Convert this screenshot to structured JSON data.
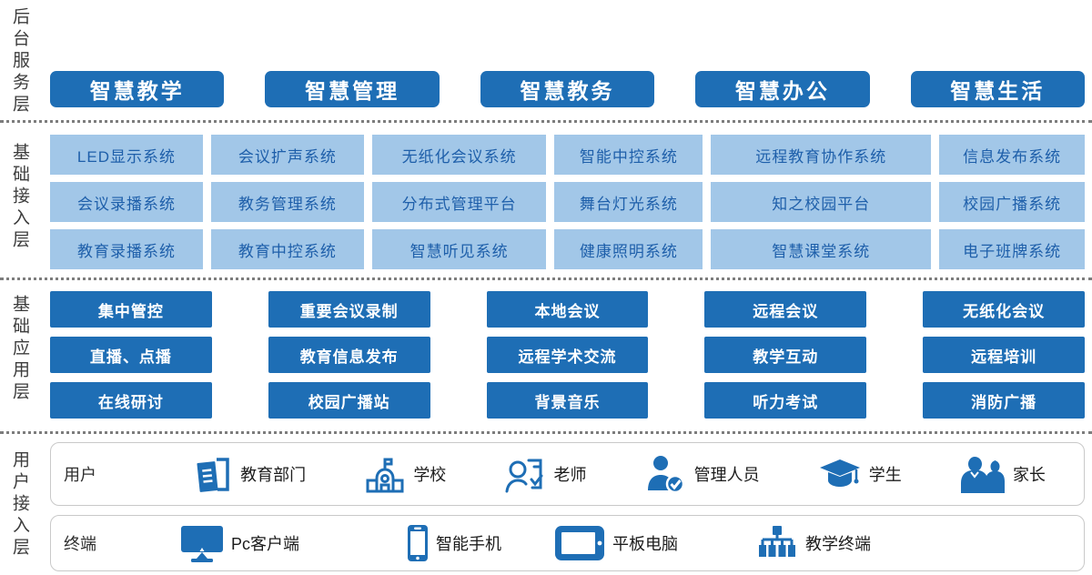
{
  "colors": {
    "primary_blue": "#1e6eb5",
    "light_box_bg": "#a2c7e8",
    "light_box_text": "#1e5faa",
    "side_label_text": "#3c3c3c",
    "divider_dots": "#7d7d7d",
    "panel_border": "#c9c9c9"
  },
  "backend": {
    "side_label": "后台服务层",
    "buttons": [
      "智慧教学",
      "智慧管理",
      "智慧教务",
      "智慧办公",
      "智慧生活"
    ]
  },
  "access": {
    "side_label": "基础接入层",
    "rows": [
      [
        "LED显示系统",
        "会议扩声系统",
        "无纸化会议系统",
        "智能中控系统",
        "远程教育协作系统",
        "信息发布系统"
      ],
      [
        "会议录播系统",
        "教务管理系统",
        "分布式管理平台",
        "舞台灯光系统",
        "知之校园平台",
        "校园广播系统"
      ],
      [
        "教育录播系统",
        "教育中控系统",
        "智慧听见系统",
        "健康照明系统",
        "智慧课堂系统",
        "电子班牌系统"
      ]
    ]
  },
  "application": {
    "side_label": "基础应用层",
    "columns": [
      [
        "集中管控",
        "直播、点播",
        "在线研讨"
      ],
      [
        "重要会议录制",
        "教育信息发布",
        "校园广播站"
      ],
      [
        "本地会议",
        "远程学术交流",
        "背景音乐"
      ],
      [
        "远程会议",
        "教学互动",
        "听力考试"
      ],
      [
        "无纸化会议",
        "远程培训",
        "消防广播"
      ]
    ]
  },
  "user_access": {
    "side_label": "用户接入层",
    "users": {
      "label": "用户",
      "items": [
        {
          "icon": "education-department-icon",
          "label": "教育部门"
        },
        {
          "icon": "school-icon",
          "label": "学校"
        },
        {
          "icon": "teacher-icon",
          "label": "老师"
        },
        {
          "icon": "admin-staff-icon",
          "label": "管理人员"
        },
        {
          "icon": "student-icon",
          "label": "学生"
        },
        {
          "icon": "parents-icon",
          "label": "家长"
        }
      ]
    },
    "terminals": {
      "label": "终端",
      "items": [
        {
          "icon": "pc-client-icon",
          "label": "Pc客户端"
        },
        {
          "icon": "smartphone-icon",
          "label": "智能手机"
        },
        {
          "icon": "tablet-icon",
          "label": "平板电脑"
        },
        {
          "icon": "teaching-terminal-icon",
          "label": "教学终端"
        }
      ]
    }
  }
}
